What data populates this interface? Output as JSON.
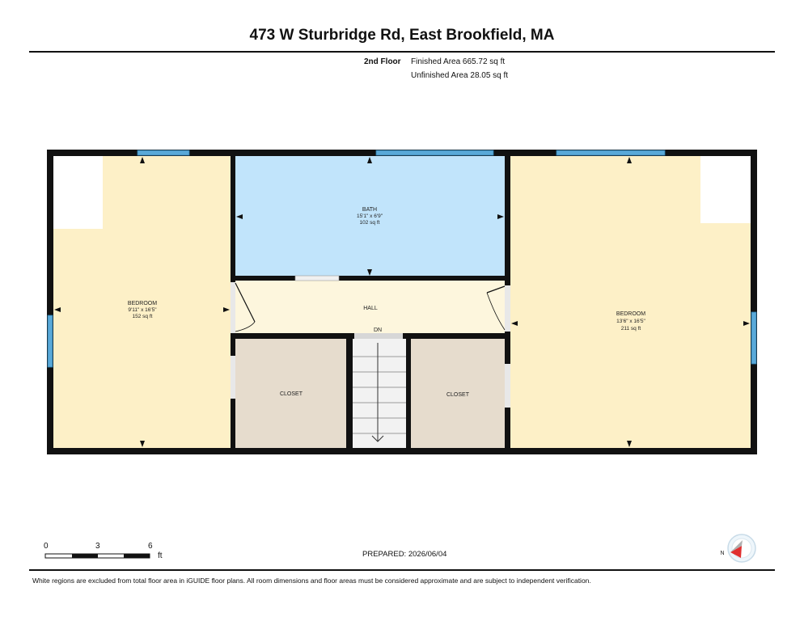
{
  "header": {
    "title": "473 W Sturbridge Rd, East Brookfield, MA",
    "floor_label": "2nd Floor",
    "finished_area": "Finished Area 665.72 sq ft",
    "unfinished_area": "Unfinished Area 28.05 sq ft"
  },
  "rooms": {
    "bedroom_left": {
      "name": "BEDROOM",
      "dims": "9'11\" x 16'5\"",
      "area": "152 sq ft"
    },
    "bath": {
      "name": "BATH",
      "dims": "15'1\" x 6'9\"",
      "area": "102 sq ft"
    },
    "hall": {
      "name": "HALL"
    },
    "stairs": {
      "label": "DN"
    },
    "closet_left": {
      "name": "CLOSET"
    },
    "closet_right": {
      "name": "CLOSET"
    },
    "bedroom_right": {
      "name": "BEDROOM",
      "dims": "13'6\" x 16'5\"",
      "area": "211 sq ft"
    }
  },
  "colors": {
    "bedroom": "#fdf0c7",
    "bath": "#c1e4fb",
    "hall": "#fdf6dd",
    "closet": "#e6dccd",
    "wall": "#111111",
    "window": "#5aa9d8"
  },
  "scale": {
    "zero": "0",
    "three": "3",
    "six": "6",
    "unit": "ft"
  },
  "footer": {
    "prepared": "PREPARED: 2026/06/04",
    "disclaimer": "White regions are excluded from total floor area in iGUIDE floor plans. All room dimensions and floor areas must be considered approximate and are subject to independent verification."
  },
  "compass": {
    "north_label": "N"
  }
}
